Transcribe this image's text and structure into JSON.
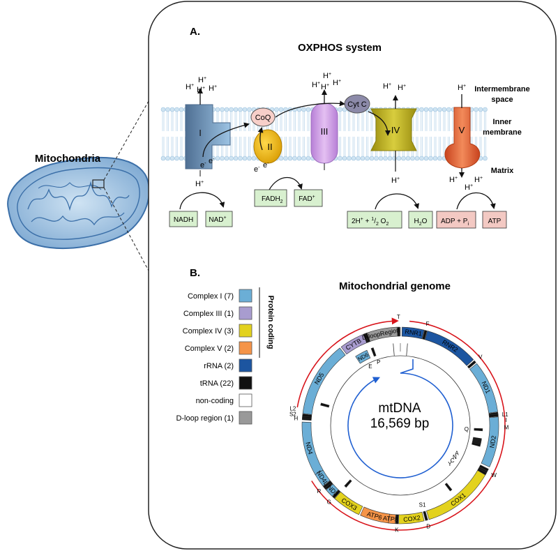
{
  "side": {
    "label": "Mitochondria"
  },
  "panel_a": {
    "letter": "A.",
    "title": "OXPHOS system",
    "zones": {
      "intermembrane_1": "Intermembrane",
      "intermembrane_2": "space",
      "inner_1": "Inner",
      "inner_2": "membrane",
      "matrix": "Matrix"
    },
    "complexes": {
      "c1": "I",
      "c2": "II",
      "c3": "III",
      "c4": "IV",
      "c5": "V"
    },
    "carriers": {
      "coq": "CoQ",
      "cytc": "Cyt C"
    },
    "proton": "H",
    "proton_sup": "+",
    "electrons": "e",
    "electron_sup": "-",
    "boxes": {
      "nadh": "NADH",
      "nad": "NAD",
      "fadh2": "FADH",
      "fadh2_sub": "2",
      "fad": "FAD",
      "water_in": "2H",
      "water_half_num": "1",
      "water_half_den": "2",
      "water_o": " O",
      "water_o_sub": "2",
      "h2o_h": "H",
      "h2o_sub": "2",
      "h2o_o": "O",
      "adp": "ADP + P",
      "adp_sub": "i",
      "atp": "ATP"
    }
  },
  "panel_b": {
    "letter": "B.",
    "title": "Mitochondrial genome",
    "center_1": "mtDNA",
    "center_2": "16,569 bp",
    "legend": [
      {
        "label": "Complex I (7)",
        "color": "#6BAED6"
      },
      {
        "label": "Complex III (1)",
        "color": "#A89CCF"
      },
      {
        "label": "Complex IV (3)",
        "color": "#E3D21E"
      },
      {
        "label": "Complex V (2)",
        "color": "#F59448"
      },
      {
        "label": "rRNA (2)",
        "color": "#1C55A0"
      },
      {
        "label": "tRNA (22)",
        "color": "#111111"
      },
      {
        "label": "non-coding",
        "color": "#ffffff"
      },
      {
        "label": "D-loop region (1)",
        "color": "#999999"
      }
    ],
    "legend_bracket": "Protein coding",
    "genes": {
      "cytb": "CYTB",
      "dloop": "D-loopRegion",
      "rnr1": "RNR1",
      "rnr2": "RNR2",
      "nd1": "ND1",
      "nd2": "ND2",
      "cox1": "COX1",
      "cox2": "COX2",
      "atp8": "ATP8",
      "atp6": "ATP6",
      "cox3": "COX3",
      "nd3": "ND3",
      "nd4l": "ND4L",
      "nd4": "ND4",
      "nd5": "ND5",
      "nd6": "ND6"
    },
    "trna": {
      "t": "T",
      "f": "F",
      "v": "V",
      "l1": "L1",
      "i": "I",
      "m": "M",
      "q": "Q",
      "w": "W",
      "a": "A",
      "n": "N",
      "c": "C",
      "y": "Y",
      "s1": "S1",
      "d": "D",
      "k": "K",
      "g": "G",
      "r": "R",
      "h": "H",
      "s2": "S2",
      "l2": "L2",
      "e": "E",
      "p": "P"
    }
  }
}
